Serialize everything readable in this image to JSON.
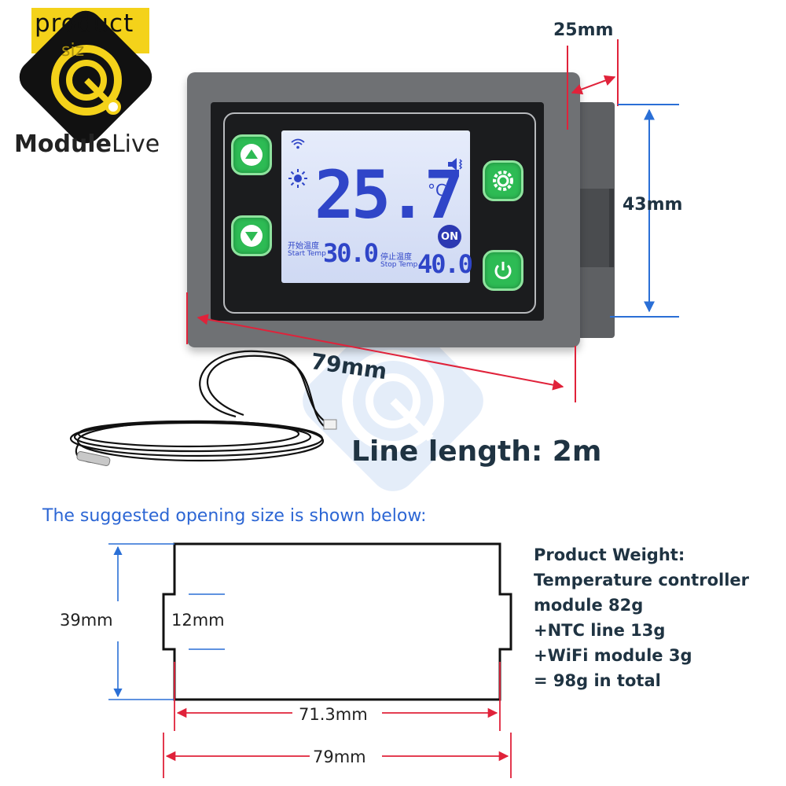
{
  "logo": {
    "banner_line1": "product",
    "banner_line2": "siz",
    "wordmark_bold": "Module",
    "wordmark_light": "Live"
  },
  "device": {
    "temperature": "25.7",
    "unit": "°C",
    "status": "ON",
    "start_label_cn": "开始温度",
    "start_label_en": "Start Temp",
    "start_value": "30.0",
    "stop_label_cn": "停止温度",
    "stop_label_en": "Stop Temp",
    "stop_value": "40.0"
  },
  "dimensions": {
    "depth": "25mm",
    "height": "43mm",
    "width": "79mm"
  },
  "line_length": "Line length: 2m",
  "opening": {
    "title": "The suggested opening size is shown below:",
    "height": "39mm",
    "notch": "12mm",
    "inner_width": "71.3mm",
    "outer_width": "79mm"
  },
  "specs": {
    "lines": [
      "Product Weight:",
      "Temperature controller",
      "module 82g",
      "+NTC line 13g",
      "+WiFi module 3g",
      "= 98g in total"
    ]
  },
  "colors": {
    "accent_blue": "#2c66d4",
    "dim_red": "#e0223a",
    "dim_blue": "#2a6fd6",
    "button_green": "#2dbb54",
    "lcd_blue": "#2f45c8"
  }
}
